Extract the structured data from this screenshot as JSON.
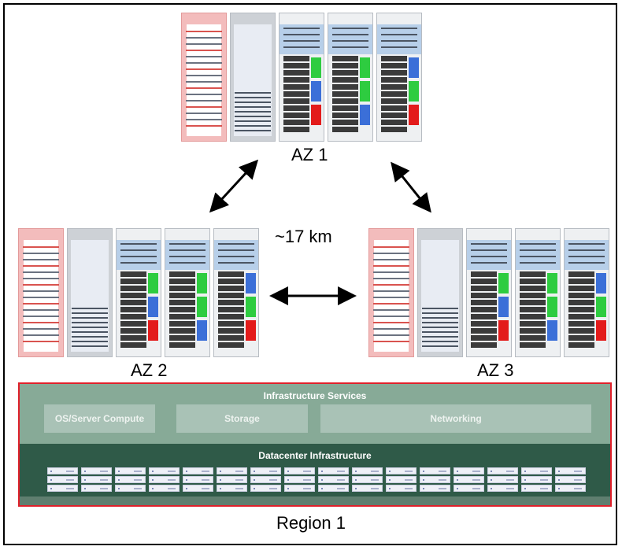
{
  "zones": [
    {
      "id": "az1",
      "label": "AZ 1"
    },
    {
      "id": "az2",
      "label": "AZ 2"
    },
    {
      "id": "az3",
      "label": "AZ 3"
    }
  ],
  "distance_label": "~17 km",
  "region": {
    "label": "Region 1",
    "infrastructure_services": {
      "title": "Infrastructure Services",
      "services": [
        "OS/Server Compute",
        "Storage",
        "Networking"
      ]
    },
    "datacenter_infrastructure": {
      "title": "Datacenter Infrastructure",
      "server_rows": 3,
      "server_columns": 16
    }
  },
  "rack_types": [
    "security",
    "mgmt",
    "work",
    "work",
    "work"
  ],
  "colors": {
    "security_rack": "#f3bcbc",
    "workload_band": "#a9c7e6",
    "green_module": "#2ecc40",
    "blue_module": "#3b6fd8",
    "red_module": "#e31b1b",
    "region_border": "#e0202a",
    "infra_services": "#87aa97",
    "datacenter": "#2f5a48"
  }
}
